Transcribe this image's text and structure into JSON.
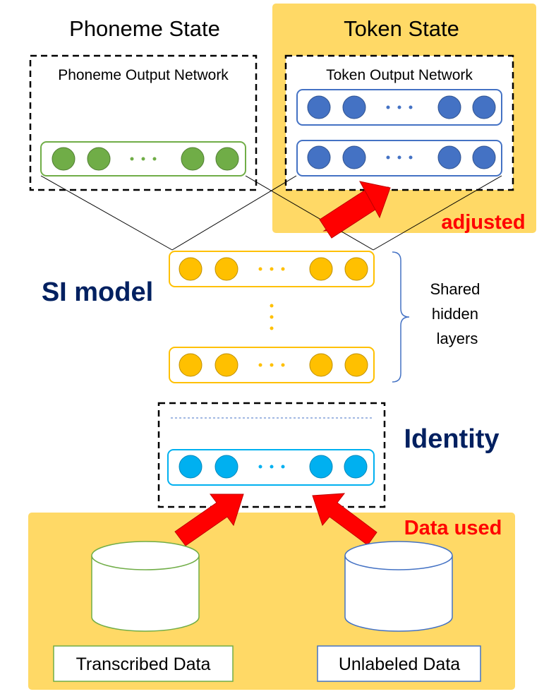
{
  "headers": {
    "phoneme_state": "Phoneme State",
    "token_state": "Token State"
  },
  "networks": {
    "phoneme_output": "Phoneme Output Network",
    "token_output": "Token Output Network"
  },
  "labels": {
    "adjusted": "adjusted",
    "si_model": "SI model",
    "shared_hidden_layers": [
      "Shared",
      "hidden",
      "layers"
    ],
    "identity": "Identity",
    "data_used": "Data used"
  },
  "data_sources": {
    "transcribed": "Transcribed Data",
    "unlabeled": "Unlabeled Data"
  },
  "colors": {
    "highlight_bg": "#FFD966",
    "green": "#70AD47",
    "blue": "#4472C4",
    "gold": "#FFC000",
    "cyan": "#00B0F0",
    "red": "#FF0000",
    "navy": "#002060"
  }
}
